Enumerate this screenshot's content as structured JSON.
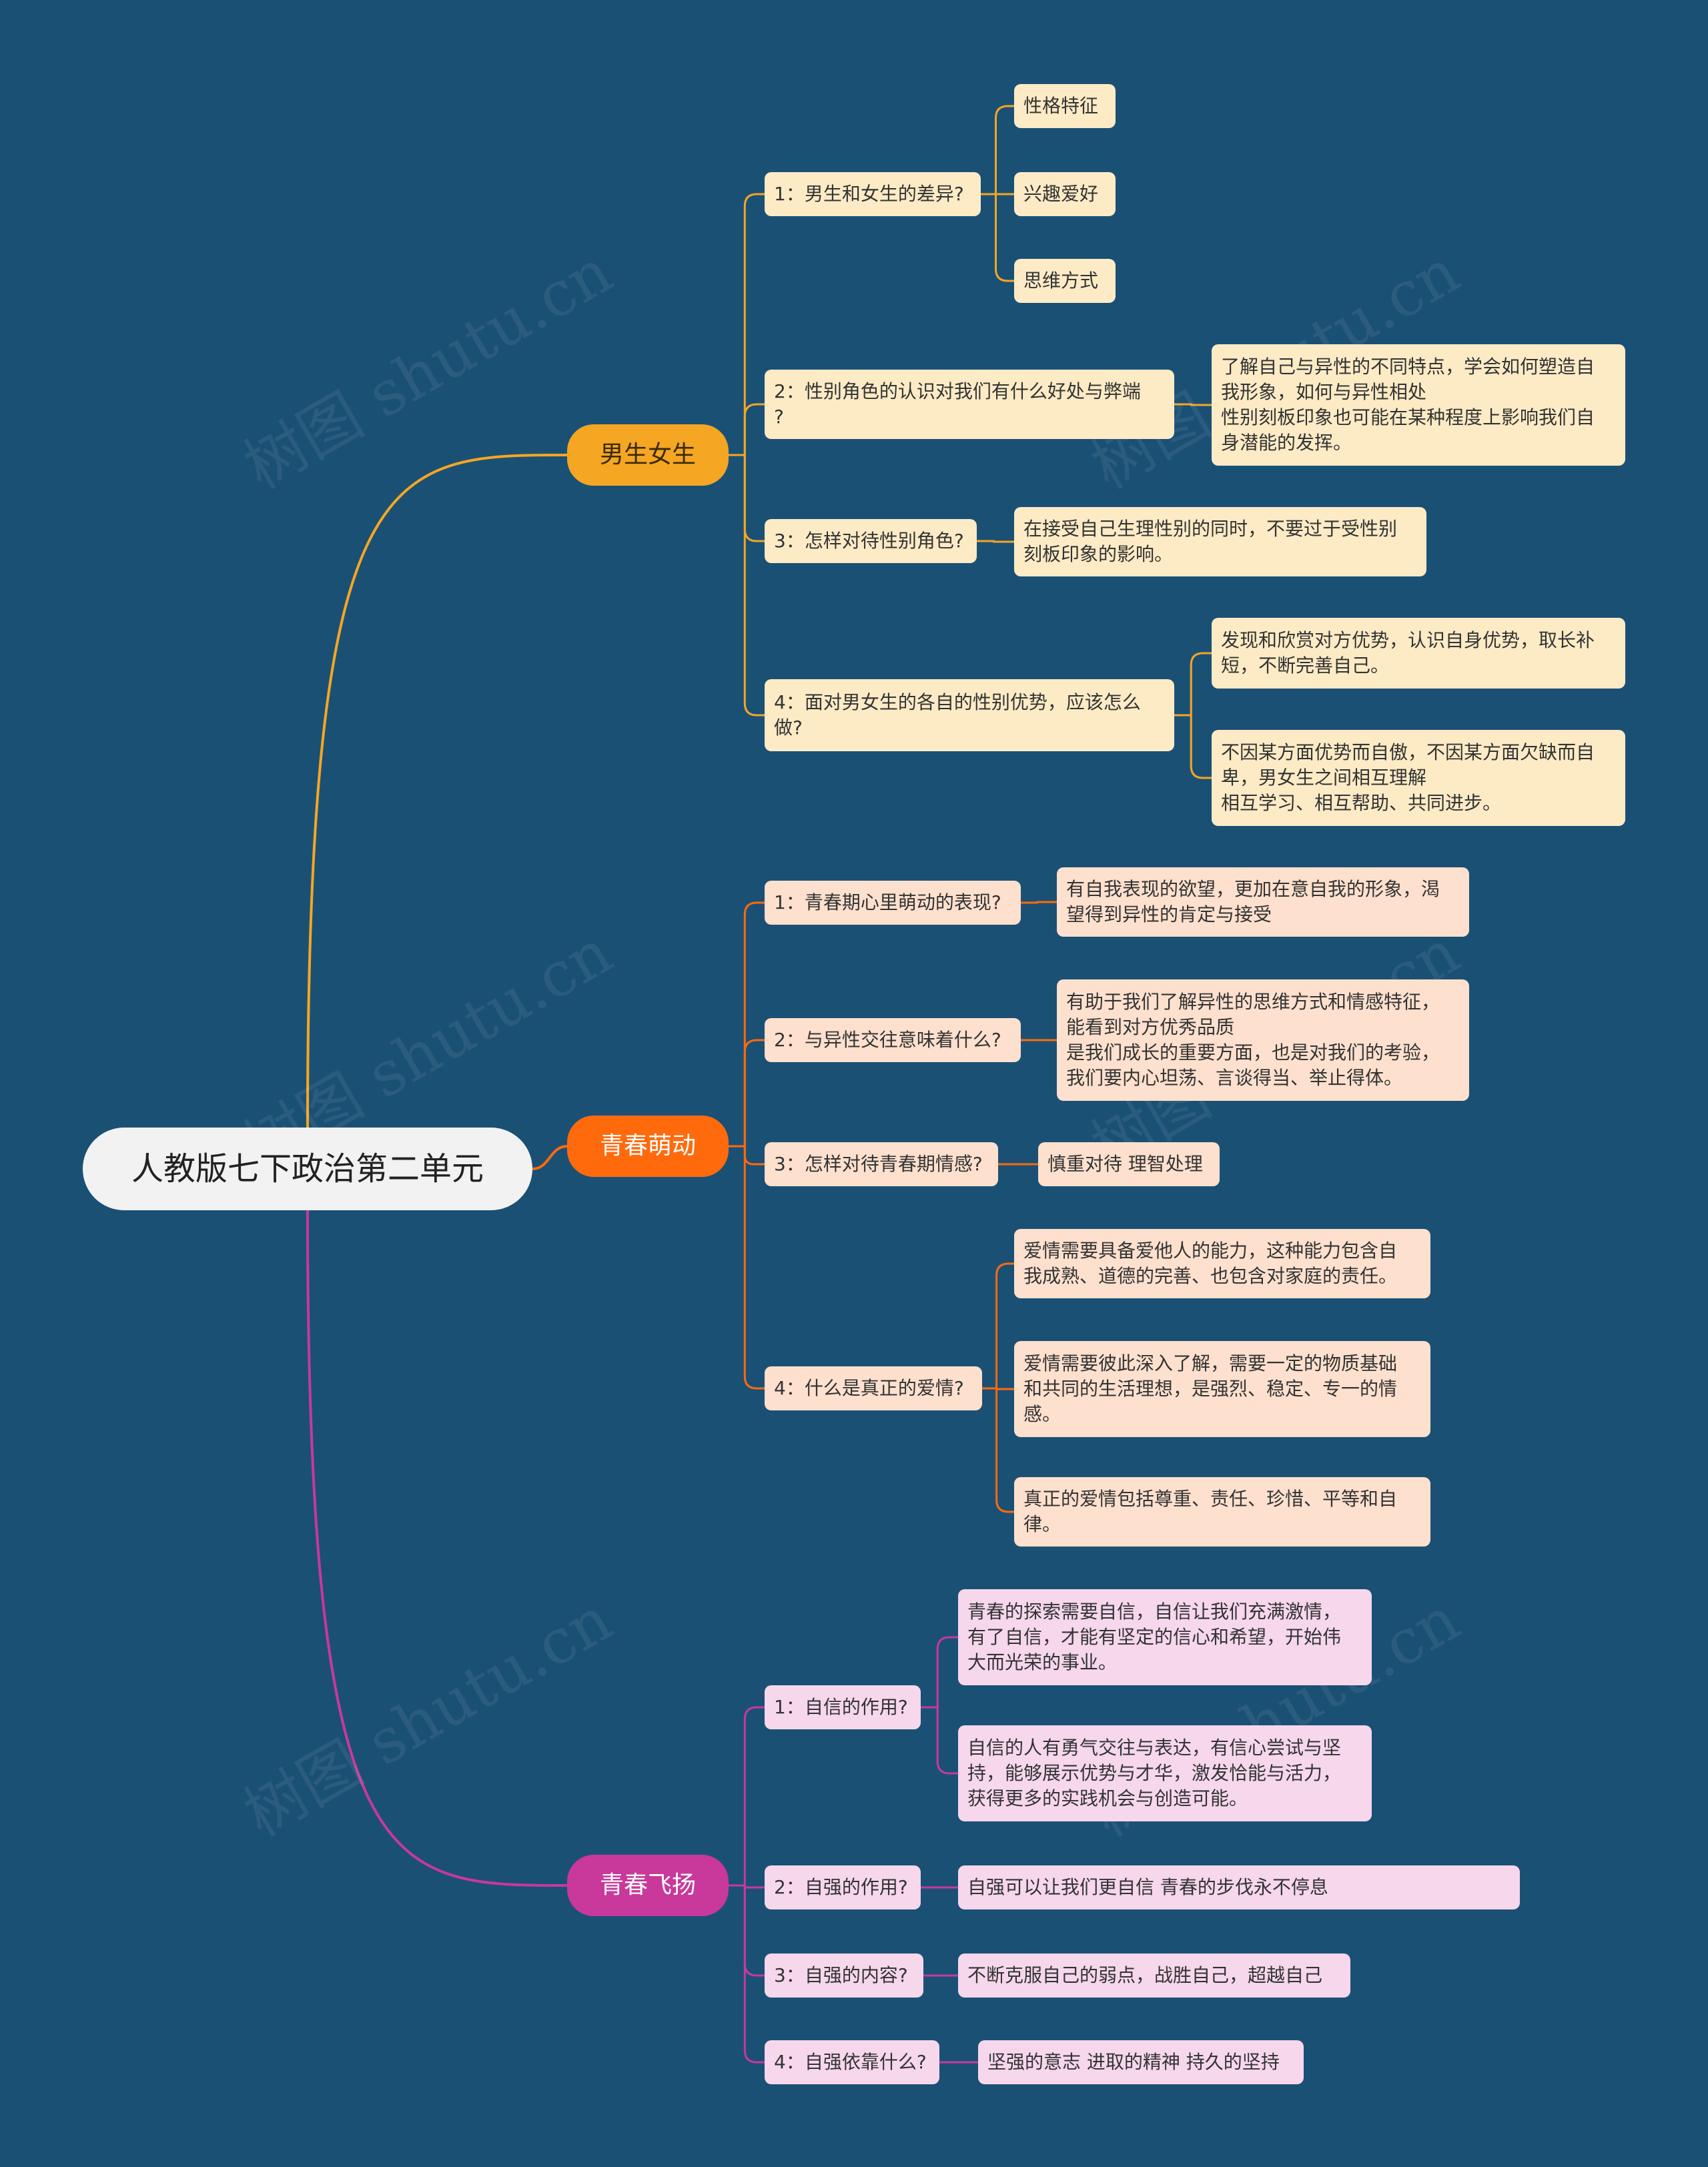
{
  "root": {
    "label": "人教版七下政治第二单元"
  },
  "colors": {
    "background": "#1b5075",
    "branch_0": "#f5a623",
    "branch_1": "#ff6a0d",
    "branch_2": "#c9389b"
  },
  "watermark": "树图 shutu.cn",
  "branches": [
    {
      "label": "男生女生",
      "children": [
        {
          "label": "1：男生和女生的差异?",
          "children": [
            {
              "label": "性格特征"
            },
            {
              "label": "兴趣爱好"
            },
            {
              "label": "思维方式"
            }
          ]
        },
        {
          "label": "2：性别角色的认识对我们有什么好处与弊端\n?",
          "children": [
            {
              "label": "了解自己与异性的不同特点，学会如何塑造自\n我形象，如何与异性相处\n性别刻板印象也可能在某种程度上影响我们自\n身潜能的发挥。"
            }
          ]
        },
        {
          "label": "3：怎样对待性别角色?",
          "children": [
            {
              "label": "在接受自己生理性别的同时，不要过于受性别\n刻板印象的影响。"
            }
          ]
        },
        {
          "label": "4：面对男女生的各自的性别优势，应该怎么\n做?",
          "children": [
            {
              "label": "发现和欣赏对方优势，认识自身优势，取长补\n短，不断完善自己。"
            },
            {
              "label": "不因某方面优势而自傲，不因某方面欠缺而自\n卑，男女生之间相互理解\n相互学习、相互帮助、共同进步。"
            }
          ]
        }
      ]
    },
    {
      "label": "青春萌动",
      "children": [
        {
          "label": "1：青春期心里萌动的表现?",
          "children": [
            {
              "label": "有自我表现的欲望，更加在意自我的形象，渴\n望得到异性的肯定与接受"
            }
          ]
        },
        {
          "label": "2：与异性交往意味着什么?",
          "children": [
            {
              "label": "有助于我们了解异性的思维方式和情感特征，\n能看到对方优秀品质\n是我们成长的重要方面，也是对我们的考验，\n我们要内心坦荡、言谈得当、举止得体。"
            }
          ]
        },
        {
          "label": "3：怎样对待青春期情感?",
          "children": [
            {
              "label": "慎重对待 理智处理"
            }
          ]
        },
        {
          "label": "4：什么是真正的爱情?",
          "children": [
            {
              "label": "爱情需要具备爱他人的能力，这种能力包含自\n我成熟、道德的完善、也包含对家庭的责任。"
            },
            {
              "label": "爱情需要彼此深入了解，需要一定的物质基础\n和共同的生活理想，是强烈、稳定、专一的情\n感。"
            },
            {
              "label": "真正的爱情包括尊重、责任、珍惜、平等和自\n律。"
            }
          ]
        }
      ]
    },
    {
      "label": "青春飞扬",
      "children": [
        {
          "label": "1：自信的作用?",
          "children": [
            {
              "label": "青春的探索需要自信，自信让我们充满激情，\n有了自信，才能有坚定的信心和希望，开始伟\n大而光荣的事业。"
            },
            {
              "label": "自信的人有勇气交往与表达，有信心尝试与坚\n持，能够展示优势与才华，激发恰能与活力，\n获得更多的实践机会与创造可能。"
            }
          ]
        },
        {
          "label": "2：自强的作用?",
          "children": [
            {
              "label": "自强可以让我们更自信 青春的步伐永不停息"
            }
          ]
        },
        {
          "label": "3：自强的内容?",
          "children": [
            {
              "label": "不断克服自己的弱点，战胜自己，超越自己"
            }
          ]
        },
        {
          "label": "4：自强依靠什么?",
          "children": [
            {
              "label": "坚强的意志 进取的精神 持久的坚持"
            }
          ]
        }
      ]
    }
  ]
}
